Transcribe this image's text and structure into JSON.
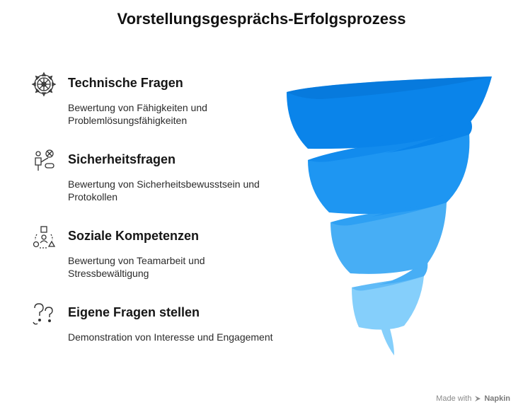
{
  "title": "Vorstellungsgesprächs-Erfolgsprozess",
  "steps": [
    {
      "heading": "Technische Fragen",
      "description": "Bewertung von Fähigkeiten und Problemlösungsfähigkeiten",
      "icon": "gear-wheel-icon"
    },
    {
      "heading": "Sicherheitsfragen",
      "description": "Bewertung von Sicherheitsbewusstsein und Protokollen",
      "icon": "security-tools-icon"
    },
    {
      "heading": "Soziale Kompetenzen",
      "description": "Bewertung von Teamarbeit und Stressbewältigung",
      "icon": "people-shapes-icon"
    },
    {
      "heading": "Eigene Fragen stellen",
      "description": "Demonstration von Interesse und Engagement",
      "icon": "question-marks-icon"
    }
  ],
  "funnel_colors": [
    "#0a84ea",
    "#1e96f2",
    "#47aef5",
    "#85cffb"
  ],
  "watermark": {
    "prefix": "Made with",
    "brand": "Napkin"
  }
}
